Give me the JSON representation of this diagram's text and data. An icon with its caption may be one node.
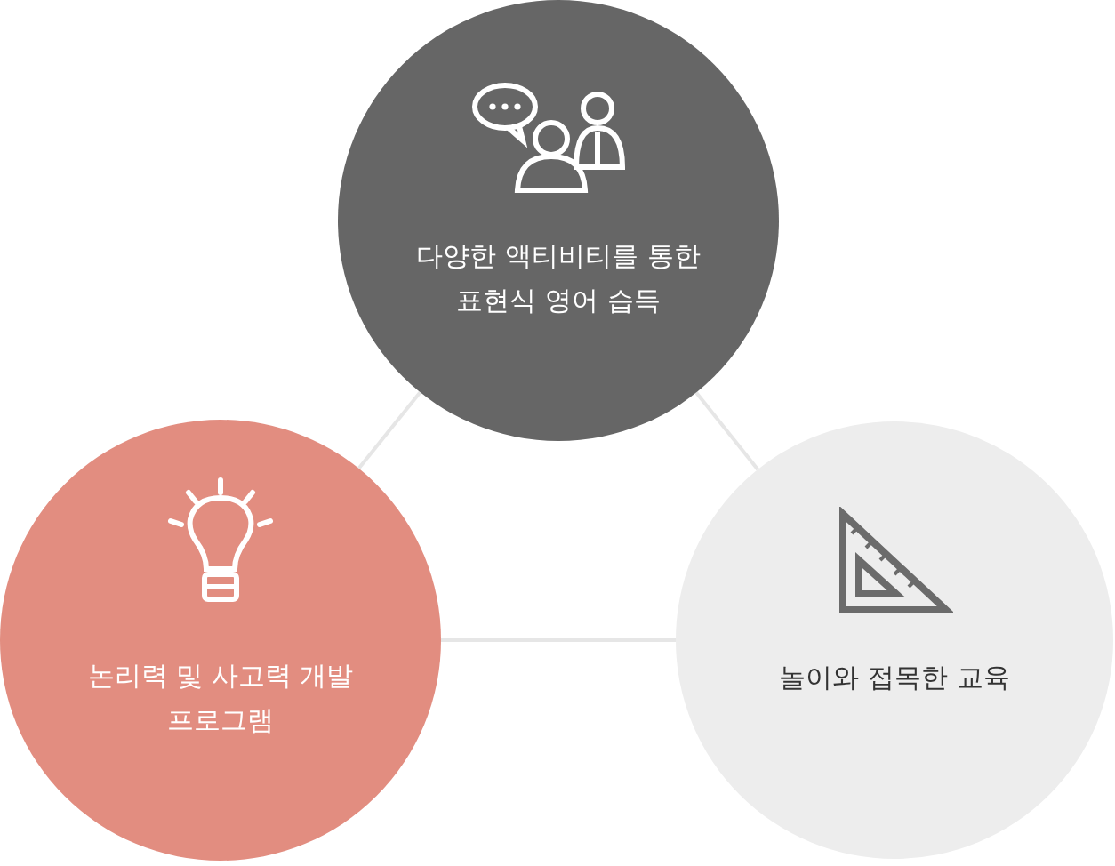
{
  "diagram": {
    "nodes": [
      {
        "text": [
          "다양한 액티비티를 통한 표현식 영어 습득"
        ]
      },
      {
        "text": [
          "논리력 및 사고력 개발 프로그램"
        ]
      },
      {
        "text": [
          "놀이와 접목한 교육"
        ]
      }
    ],
    "edges": [
      {
        "from": 0,
        "to": 1,
        "arrow": "none"
      },
      {
        "from": 1,
        "to": 2,
        "arrow": "none"
      },
      {
        "from": 0,
        "to": 2,
        "arrow": "none"
      }
    ]
  }
}
